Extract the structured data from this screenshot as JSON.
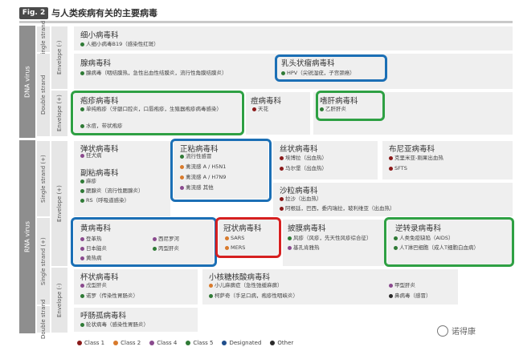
{
  "figure": {
    "badge": "Fig. 2",
    "title": "与人类疾病有关的主要病毒"
  },
  "colors": {
    "class1": "#8b1a1a",
    "class2": "#d87a2c",
    "class4": "#8a4a8e",
    "class5": "#2f7a36",
    "designated": "#1f4e8c",
    "other": "#2a2a2a",
    "ring_blue": "#1b6fb5",
    "ring_green": "#2ea043",
    "ring_red": "#d62020"
  },
  "bands": {
    "dna": "DNA virus",
    "rna": "RNA virus"
  },
  "groups": {
    "dna_single": "Single strand",
    "envelope_neg": "Envelope (-)",
    "dna_double": "Double strand",
    "envelope_pos": "Envelope (+)",
    "rna_single_pos_a": "Single strand (+)",
    "rna_single_pos_b": "Single strand (+)",
    "rna_double": "Double strand"
  },
  "families": [
    {
      "id": "parvo",
      "title": "细小病毒科",
      "entries": [
        {
          "text": "人细小病毒B19（感染性红斑）",
          "cls": "class5"
        }
      ]
    },
    {
      "id": "adeno",
      "title": "腺病毒科",
      "entries": [
        {
          "text": "腺病毒（咽结膜热，急性出血性结膜炎，流行性角膜结膜炎）",
          "cls": "class5"
        }
      ]
    },
    {
      "id": "papilloma",
      "title": "乳头状瘤病毒科",
      "entries": [
        {
          "text": "HPV（尖锐湿疣，子宫颈癌）",
          "cls": "class5"
        }
      ]
    },
    {
      "id": "herpes",
      "title": "疱疹病毒科",
      "entries": [
        {
          "text": "单纯疱疹（牙龈口腔炎，口唇疱疹，生殖器疱疹病毒感染）",
          "cls": "class5"
        },
        {
          "text": "水痘，带状疱疹",
          "cls": "class5"
        }
      ]
    },
    {
      "id": "pox",
      "title": "痘病毒科",
      "entries": [
        {
          "text": "天花",
          "cls": "class1"
        }
      ]
    },
    {
      "id": "hepadna",
      "title": "嗜肝病毒科",
      "entries": [
        {
          "text": "乙肝肝炎",
          "cls": "class5"
        }
      ]
    },
    {
      "id": "filo",
      "title": "弹状病毒科",
      "entries": [
        {
          "text": "狂犬病",
          "cls": "class4"
        }
      ]
    },
    {
      "id": "ortho",
      "title": "正粘病毒科",
      "entries": [
        {
          "text": "流行性感冒",
          "cls": "class5"
        },
        {
          "text": "禽流感 A / H5N1",
          "cls": "class2"
        },
        {
          "text": "禽流感 A / H7N9",
          "cls": "class2"
        },
        {
          "text": "禽流感 其他",
          "cls": "class4"
        }
      ]
    },
    {
      "id": "filovir",
      "title": "丝状病毒科",
      "entries": [
        {
          "text": "埃博拉（出血热）",
          "cls": "class1"
        },
        {
          "text": "马尔堡（出血热）",
          "cls": "class1"
        }
      ]
    },
    {
      "id": "bunya",
      "title": "布尼亚病毒科",
      "entries": [
        {
          "text": "克里米亚-刚果出血热",
          "cls": "class1"
        },
        {
          "text": "SFTS",
          "cls": "class1"
        }
      ]
    },
    {
      "id": "paramyxo",
      "title": "副粘病毒科",
      "entries": [
        {
          "text": "麻疹",
          "cls": "class5"
        },
        {
          "text": "腮腺炎（流行性腮腺炎）",
          "cls": "class5"
        },
        {
          "text": "RS（呼吸道感染）",
          "cls": "class5"
        }
      ]
    },
    {
      "id": "arena",
      "title": "沙粒病毒科",
      "entries": [
        {
          "text": "拉沙（出血热）",
          "cls": "class1"
        },
        {
          "text": "阿根廷，巴西，委内瑞拉，玻利维亚（出血热）",
          "cls": "class1"
        }
      ]
    },
    {
      "id": "flavi",
      "title": "黄病毒科",
      "entries": [
        {
          "text": "登革热",
          "cls": "class4"
        },
        {
          "text": "日本脑炎",
          "cls": "class4"
        },
        {
          "text": "黄热病",
          "cls": "class4"
        },
        {
          "text": "西尼罗河",
          "cls": "class4"
        },
        {
          "text": "丙型肝炎",
          "cls": "class5"
        }
      ]
    },
    {
      "id": "corona",
      "title": "冠状病毒科",
      "entries": [
        {
          "text": "SARS",
          "cls": "class2"
        },
        {
          "text": "MERS",
          "cls": "class2"
        }
      ]
    },
    {
      "id": "toga",
      "title": "披膜病毒科",
      "entries": [
        {
          "text": "风疹（风疹，先天性风疹综合征）",
          "cls": "class5"
        },
        {
          "text": "基孔肯雅热",
          "cls": "class4"
        }
      ]
    },
    {
      "id": "retro",
      "title": "逆转录病毒科",
      "entries": [
        {
          "text": "人类免疫缺陷（AIDS）",
          "cls": "class5"
        },
        {
          "text": "人T淋巴细胞（成人T细胞白血病）",
          "cls": "class5"
        }
      ]
    },
    {
      "id": "calici",
      "title": "杯状病毒科",
      "entries": [
        {
          "text": "戊型肝炎",
          "cls": "class4"
        },
        {
          "text": "诺罗（传染性胃肠炎）",
          "cls": "class5"
        }
      ]
    },
    {
      "id": "picorna",
      "title": "小核糖核酸病毒科",
      "entries": [
        {
          "text": "小儿麻痹症（急性弛缓麻痹）",
          "cls": "class2"
        },
        {
          "text": "柯萨奇（手足口病，疱疹性咽峡炎）",
          "cls": "class5"
        },
        {
          "text": "甲型肝炎",
          "cls": "class4"
        },
        {
          "text": "鼻病毒（感冒）",
          "cls": "other"
        }
      ]
    },
    {
      "id": "reo",
      "title": "呼肠孤病毒科",
      "entries": [
        {
          "text": "轮状病毒（感染性胃肠炎）",
          "cls": "class5"
        }
      ]
    }
  ],
  "legend": [
    {
      "label": "Class 1",
      "cls": "class1"
    },
    {
      "label": "Class 2",
      "cls": "class2"
    },
    {
      "label": "Class 4",
      "cls": "class4"
    },
    {
      "label": "Class 5",
      "cls": "class5"
    },
    {
      "label": "Designated",
      "cls": "designated"
    },
    {
      "label": "Other",
      "cls": "other"
    }
  ],
  "watermark": {
    "text": "诺得康"
  }
}
